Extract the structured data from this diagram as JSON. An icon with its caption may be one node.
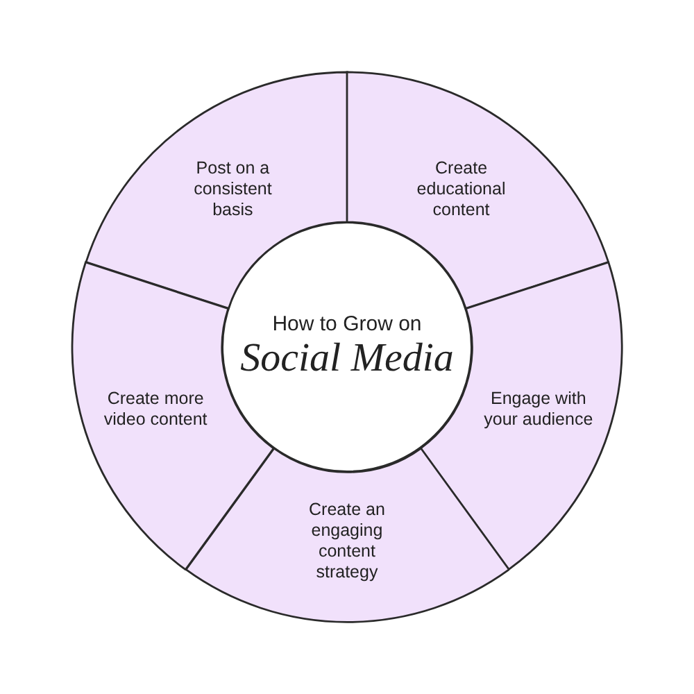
{
  "diagram": {
    "nodes": [
      {
        "text": [
          "How to Grow on",
          "Social Media"
        ]
      },
      {
        "text": [
          "Post on a consistent basis"
        ]
      },
      {
        "text": [
          "Create educational content"
        ]
      },
      {
        "text": [
          "Engage with your audience"
        ]
      },
      {
        "text": [
          "Create an engaging content strategy"
        ]
      },
      {
        "text": [
          "Create more video content"
        ]
      }
    ]
  }
}
